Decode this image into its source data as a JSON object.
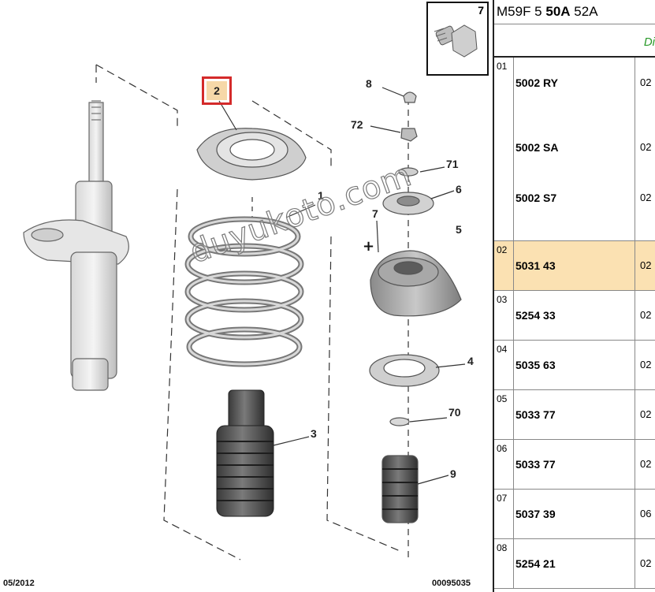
{
  "diagram": {
    "callouts": [
      "8",
      "72",
      "71",
      "6",
      "7",
      "5",
      "1",
      "4",
      "70",
      "3",
      "9"
    ],
    "selected_callout": "2",
    "inset_label": "7",
    "date": "05/2012",
    "ref_code": "00095035",
    "watermark": "duyukoto.com",
    "selection_color": "#d42a2a",
    "highlight_color": "#f6d8a8"
  },
  "side_panel": {
    "title_prefix": "M59F 5",
    "title_bold": "50A",
    "title_suffix": "52A",
    "subtitle": "Di",
    "subtitle_color": "#2a9a2a",
    "rows": [
      {
        "idx": "01",
        "items": [
          {
            "part": "5002 RY",
            "qty": "02"
          },
          {
            "part": "5002 SA",
            "qty": "02"
          },
          {
            "part": "5002 S7",
            "qty": "02"
          }
        ]
      },
      {
        "idx": "02",
        "items": [
          {
            "part": "5031 43",
            "qty": "02"
          }
        ],
        "highlighted": true
      },
      {
        "idx": "03",
        "items": [
          {
            "part": "5254 33",
            "qty": "02"
          }
        ]
      },
      {
        "idx": "04",
        "items": [
          {
            "part": "5035 63",
            "qty": "02"
          }
        ]
      },
      {
        "idx": "05",
        "items": [
          {
            "part": "5033 77",
            "qty": "02"
          }
        ]
      },
      {
        "idx": "06",
        "items": [
          {
            "part": "5033 77",
            "qty": "02"
          }
        ]
      },
      {
        "idx": "07",
        "items": [
          {
            "part": "5037 39",
            "qty": "06"
          }
        ]
      },
      {
        "idx": "08",
        "items": [
          {
            "part": "5254 21",
            "qty": "02"
          }
        ]
      }
    ]
  }
}
